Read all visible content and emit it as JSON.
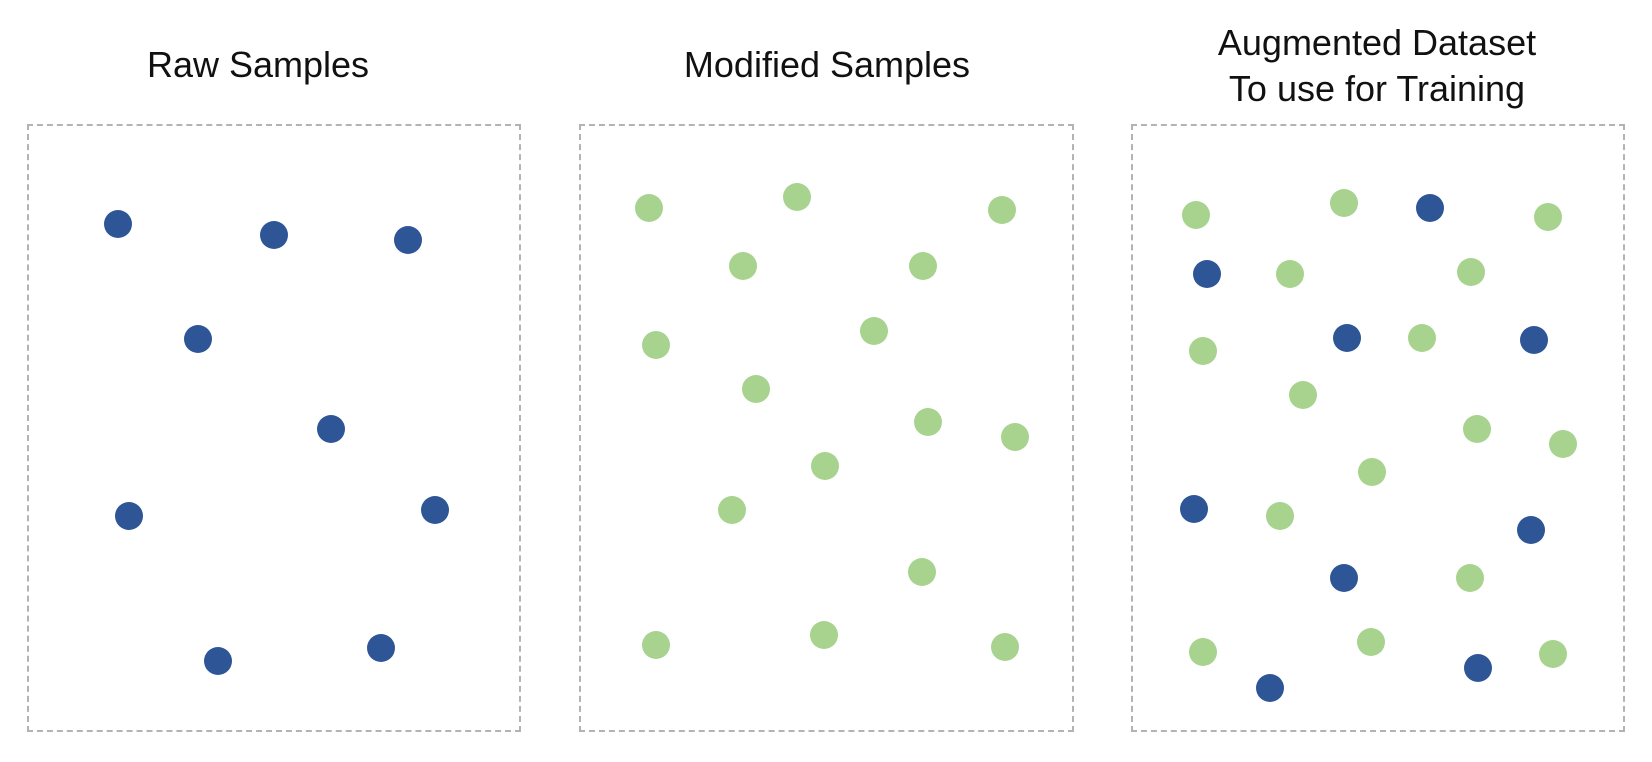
{
  "colors": {
    "raw": "#2e5596",
    "modified": "#a7d38e",
    "border": "#b3b3b3"
  },
  "panels": [
    {
      "title": "Raw Samples",
      "dots": [
        {
          "kind": "raw"
        },
        {
          "kind": "raw"
        },
        {
          "kind": "raw"
        },
        {
          "kind": "raw"
        },
        {
          "kind": "raw"
        },
        {
          "kind": "raw"
        },
        {
          "kind": "raw"
        },
        {
          "kind": "raw"
        },
        {
          "kind": "raw"
        }
      ]
    },
    {
      "title": "Modified Samples",
      "dots": [
        {
          "kind": "modified"
        },
        {
          "kind": "modified"
        },
        {
          "kind": "modified"
        },
        {
          "kind": "modified"
        },
        {
          "kind": "modified"
        },
        {
          "kind": "modified"
        },
        {
          "kind": "modified"
        },
        {
          "kind": "modified"
        },
        {
          "kind": "modified"
        },
        {
          "kind": "modified"
        },
        {
          "kind": "modified"
        },
        {
          "kind": "modified"
        },
        {
          "kind": "modified"
        },
        {
          "kind": "modified"
        },
        {
          "kind": "modified"
        },
        {
          "kind": "modified"
        }
      ]
    },
    {
      "title": "Augmented Dataset\nTo use for Training",
      "dots": [
        {
          "kind": "modified"
        },
        {
          "kind": "modified"
        },
        {
          "kind": "raw"
        },
        {
          "kind": "modified"
        },
        {
          "kind": "raw"
        },
        {
          "kind": "modified"
        },
        {
          "kind": "modified"
        },
        {
          "kind": "modified"
        },
        {
          "kind": "raw"
        },
        {
          "kind": "modified"
        },
        {
          "kind": "raw"
        },
        {
          "kind": "modified"
        },
        {
          "kind": "modified"
        },
        {
          "kind": "modified"
        },
        {
          "kind": "modified"
        },
        {
          "kind": "raw"
        },
        {
          "kind": "modified"
        },
        {
          "kind": "raw"
        },
        {
          "kind": "raw"
        },
        {
          "kind": "modified"
        },
        {
          "kind": "modified"
        },
        {
          "kind": "modified"
        },
        {
          "kind": "raw"
        },
        {
          "kind": "modified"
        },
        {
          "kind": "raw"
        }
      ]
    }
  ]
}
